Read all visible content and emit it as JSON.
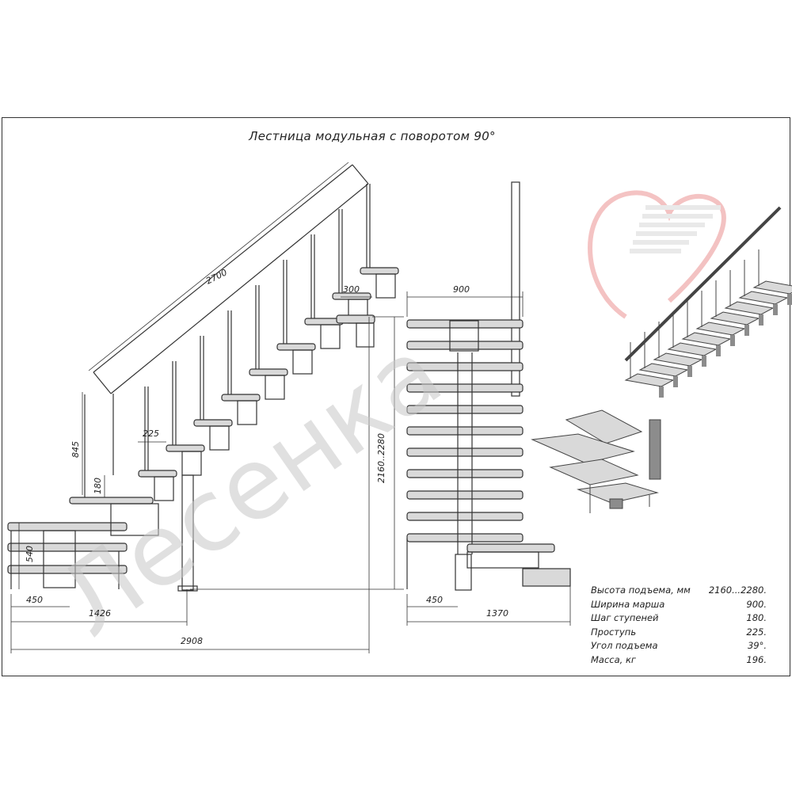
{
  "title": "Лестница модульная с поворотом 90°",
  "watermark": {
    "text": "Лесенка",
    "color": "#c8c8c8",
    "logo_colors": [
      "#f2b8b8",
      "#e6e6e6"
    ]
  },
  "dimensions": {
    "handrail_length": "2700",
    "top_tread_depth": "300",
    "width": "900",
    "rise_height": "845",
    "tread_step": "225",
    "riser_step": "180",
    "total_height": "2160..2280",
    "landing_height": "540",
    "bottom_offset_side": "450",
    "bottom_offset_front": "450",
    "length_1426": "1426",
    "length_1370": "1370",
    "total_length": "2908"
  },
  "specs": [
    {
      "label": "Высота подъема, мм",
      "value": "2160...2280."
    },
    {
      "label": "Ширина марша",
      "value": "900."
    },
    {
      "label": "Шаг ступеней",
      "value": "180."
    },
    {
      "label": "Проступь",
      "value": "225."
    },
    {
      "label": "Угол подъема",
      "value": "39°."
    },
    {
      "label": "Масса, кг",
      "value": "196."
    }
  ],
  "colors": {
    "line": "#333333",
    "tread_fill": "#d9d9d9",
    "tread_dark": "#8c8c8c"
  }
}
